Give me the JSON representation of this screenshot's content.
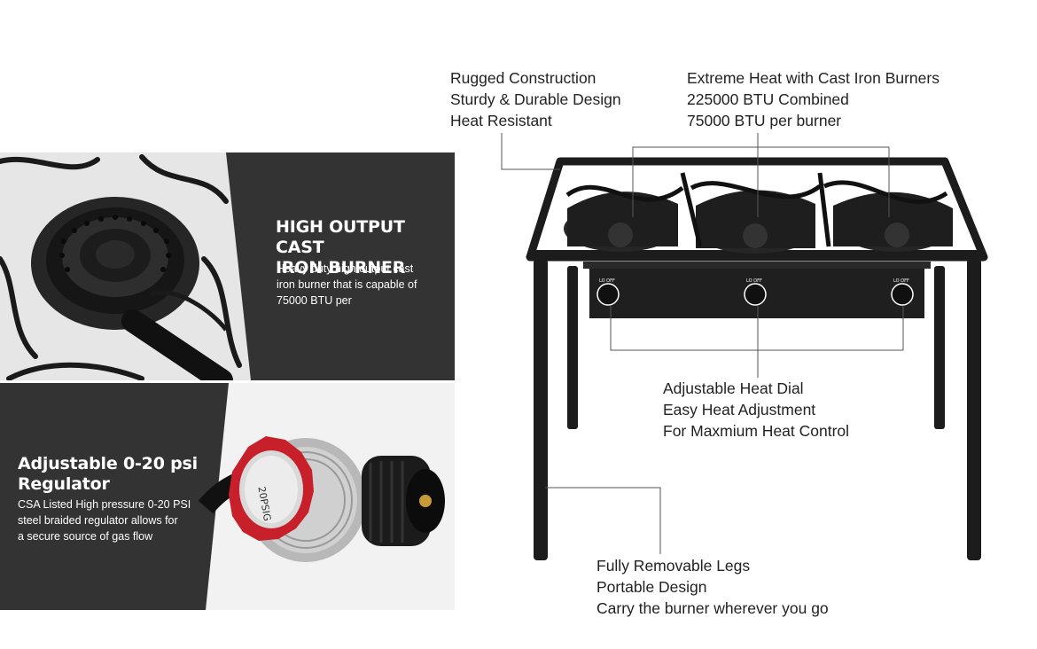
{
  "burner_callout": {
    "title_line1": "HIGH OUTPUT CAST",
    "title_line2": "IRON BURNER",
    "desc_line1": "Heavy duty high output cast",
    "desc_line2": "iron burner that is capable of",
    "desc_line3": "75000 BTU per"
  },
  "regulator_callout": {
    "title_line1": "Adjustable 0-20 psi",
    "title_line2": "Regulator",
    "desc_line1": "CSA Listed High pressure 0-20 PSI",
    "desc_line2": "steel braided regulator allows for",
    "desc_line3": "a secure source of gas flow",
    "knob_label": "20PSIG"
  },
  "features": {
    "construction": [
      "Rugged Construction",
      "Sturdy & Durable Design",
      "Heat Resistant"
    ],
    "heat": [
      "Extreme Heat with Cast Iron Burners",
      "225000 BTU Combined",
      "75000 BTU per burner"
    ],
    "dial": [
      "Adjustable Heat Dial",
      "Easy Heat Adjustment",
      "For Maxmium Heat Control"
    ],
    "legs": [
      "Fully Removable Legs",
      "Portable Design",
      "Carry the burner wherever you go"
    ]
  },
  "knob_text": "LO OFF",
  "colors": {
    "dark_panel": "#333333",
    "stove_black": "#1c1c1c",
    "regulator_red": "#c8202a",
    "leader_line": "#555555"
  }
}
